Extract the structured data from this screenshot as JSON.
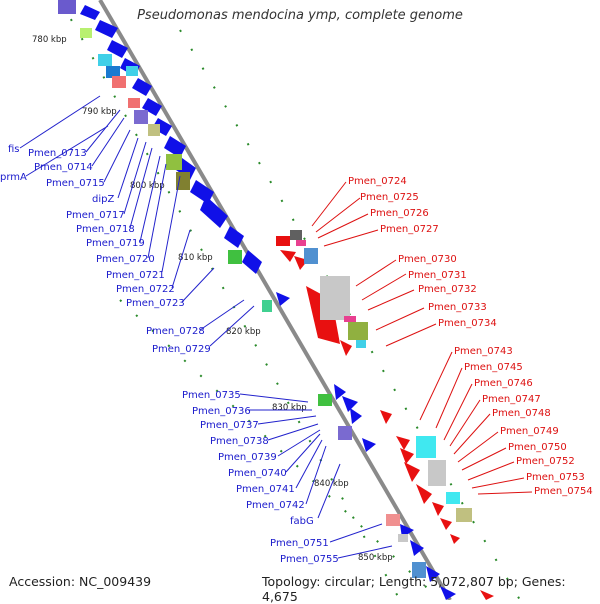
{
  "title": "Pseudomonas mendocina ymp, complete genome",
  "accession": "Accession: NC_009439",
  "topology": "Topology: circular; Length: 5,072,807 bp; Genes: 4,675",
  "ticks": [
    "780 kbp",
    "790 kbp",
    "800 kbp",
    "810 kbp",
    "820 kbp",
    "830 kbp",
    "840 kbp",
    "850 kbp"
  ],
  "left_labels": [
    "fis",
    "Pmen_0713",
    "Pmen_0714",
    "prmA",
    "Pmen_0715",
    "dipZ",
    "Pmen_0717",
    "Pmen_0718",
    "Pmen_0719",
    "Pmen_0720",
    "Pmen_0721",
    "Pmen_0722",
    "Pmen_0723",
    "Pmen_0728",
    "Pmen_0729",
    "Pmen_0735",
    "Pmen_0736",
    "Pmen_0737",
    "Pmen_0738",
    "Pmen_0739",
    "Pmen_0740",
    "Pmen_0741",
    "Pmen_0742",
    "fabG",
    "Pmen_0751",
    "Pmen_0755"
  ],
  "right_labels": [
    "Pmen_0724",
    "Pmen_0725",
    "Pmen_0726",
    "Pmen_0727",
    "Pmen_0730",
    "Pmen_0731",
    "Pmen_0732",
    "Pmen_0733",
    "Pmen_0734",
    "Pmen_0743",
    "Pmen_0745",
    "Pmen_0746",
    "Pmen_0747",
    "Pmen_0748",
    "Pmen_0749",
    "Pmen_0750",
    "Pmen_0752",
    "Pmen_0753",
    "Pmen_0754"
  ],
  "colors": {
    "forward": "#1010e8",
    "reverse": "#e81010",
    "backbone": "#8a8a8a",
    "gc_dots": "#2a8a2a"
  }
}
